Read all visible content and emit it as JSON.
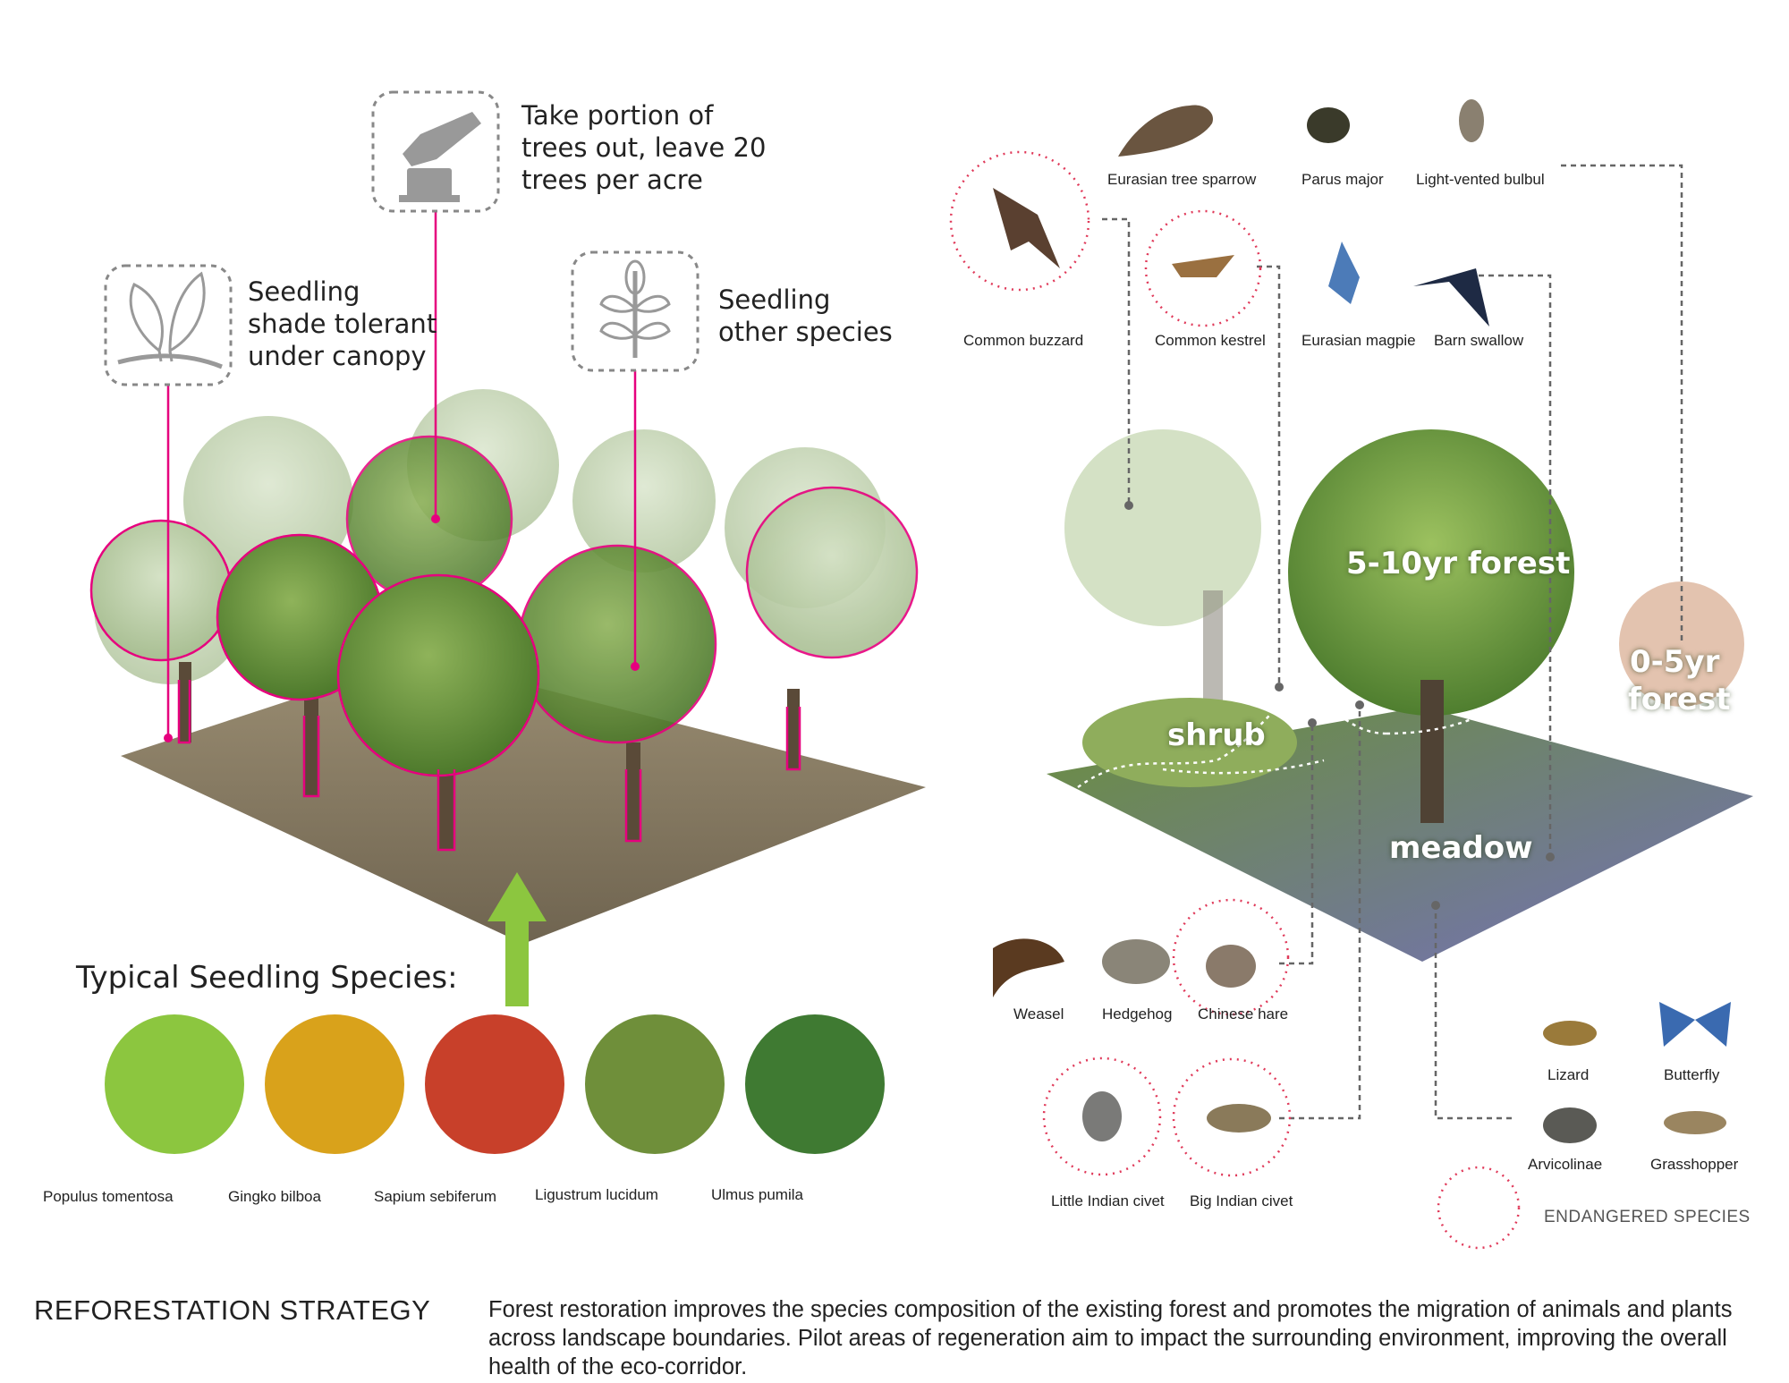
{
  "left_panel": {
    "callouts": [
      {
        "icon": "seedling-leaves-icon",
        "text": "Seedling\nshade tolerant\nunder canopy"
      },
      {
        "icon": "axe-stump-icon",
        "text": "Take portion of\ntrees out, leave 20\ntrees per acre"
      },
      {
        "icon": "branch-sprout-icon",
        "text": "Seedling\nother species"
      }
    ],
    "species_heading": "Typical Seedling Species:",
    "species": [
      {
        "name": "Populus tomentosa",
        "color": "#8cc63f"
      },
      {
        "name": "Gingko bilboa",
        "color": "#d9a21b"
      },
      {
        "name": "Sapium sebiferum",
        "color": "#c8402a"
      },
      {
        "name": "Ligustrum lucidum",
        "color": "#6f8f3a"
      },
      {
        "name": "Ulmus pumila",
        "color": "#3f7a32"
      }
    ]
  },
  "right_panel": {
    "birds": [
      {
        "name": "Eurasian tree sparrow",
        "endangered": false
      },
      {
        "name": "Parus major",
        "endangered": false
      },
      {
        "name": "Light-vented bulbul",
        "endangered": false
      },
      {
        "name": "Common buzzard",
        "endangered": true
      },
      {
        "name": "Common kestrel",
        "endangered": true
      },
      {
        "name": "Eurasian magpie",
        "endangered": false
      },
      {
        "name": "Barn swallow",
        "endangered": false
      }
    ],
    "zones": {
      "forest_5_10": "5-10yr forest",
      "forest_0_5_a": "0-5yr",
      "forest_0_5_b": "forest",
      "shrub": "shrub",
      "meadow": "meadow"
    },
    "animals": [
      {
        "name": "Weasel",
        "endangered": false
      },
      {
        "name": "Hedgehog",
        "endangered": false
      },
      {
        "name": "Chinese hare",
        "endangered": true
      },
      {
        "name": "Little Indian civet",
        "endangered": true
      },
      {
        "name": "Big Indian civet",
        "endangered": true
      },
      {
        "name": "Lizard",
        "endangered": false
      },
      {
        "name": "Butterfly",
        "endangered": false
      },
      {
        "name": "Arvicolinae",
        "endangered": false
      },
      {
        "name": "Grasshopper",
        "endangered": false
      }
    ],
    "legend": {
      "label": "ENDANGERED SPECIES",
      "color": "#e03a5a"
    }
  },
  "footer": {
    "title": "REFORESTATION STRATEGY",
    "description": "Forest restoration improves the species composition of the existing forest and promotes the migration of animals and plants across landscape boundaries. Pilot areas of regeneration aim to impact the surrounding environment, improving the overall health of the eco-corridor."
  },
  "colors": {
    "highlight": "#e6007e",
    "arrow": "#8cc63f",
    "endangered": "#e03a5a",
    "connector": "#666666"
  }
}
